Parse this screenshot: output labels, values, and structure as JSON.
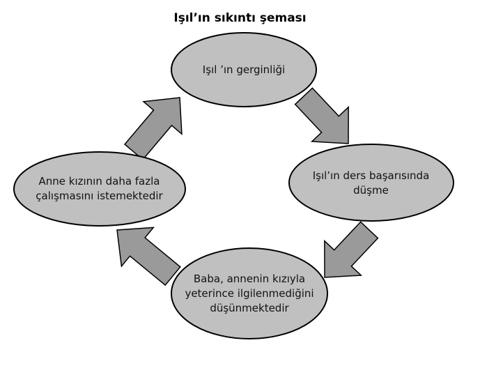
{
  "title": "Işıl’ın sıkıntı şeması",
  "nodes": [
    {
      "id": "top",
      "text": "Işıl ’ın gerginliği"
    },
    {
      "id": "right",
      "text": "Işıl’ın ders başarısında düşme"
    },
    {
      "id": "bottom",
      "text": "Baba, annenin kızıyla yeterince ilgilenmediğini düşünmektedir"
    },
    {
      "id": "left",
      "text": "Anne kızının daha fazla çalışmasını istemektedir"
    }
  ],
  "colors": {
    "node_fill": "#c0c0c0",
    "arrow_fill": "#9a9a9a",
    "stroke": "#000000"
  }
}
